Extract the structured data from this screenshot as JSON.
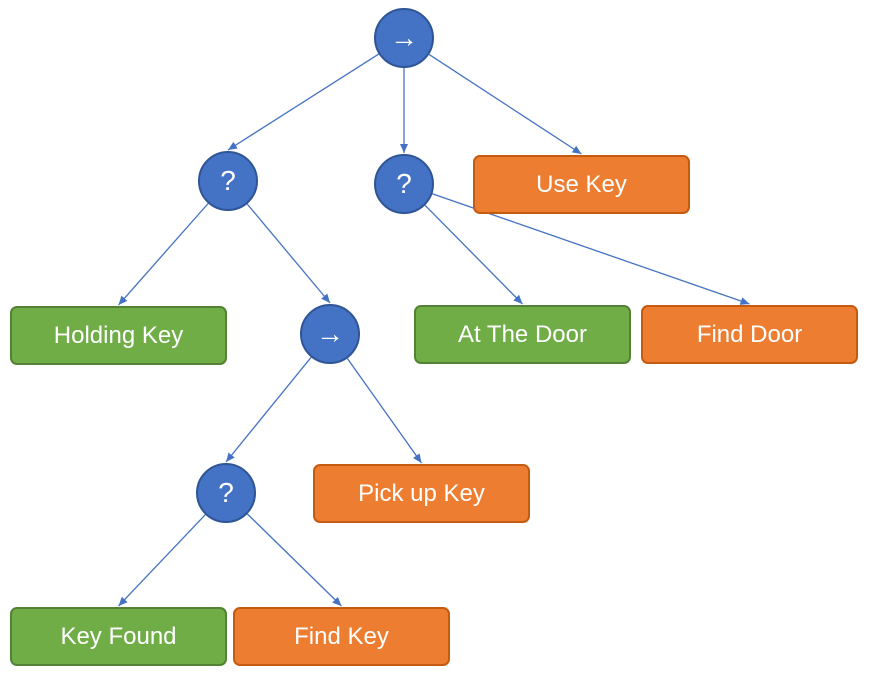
{
  "colors": {
    "control_node": "#4472c4",
    "condition_node": "#70ad47",
    "action_node": "#ed7d31",
    "edge": "#4472c4"
  },
  "nodes": {
    "root": {
      "kind": "sequence",
      "icon": "arrow-right-icon",
      "label": "→"
    },
    "selector_key": {
      "kind": "selector",
      "label": "?"
    },
    "selector_door": {
      "kind": "selector",
      "label": "?"
    },
    "use_key": {
      "kind": "action",
      "label": "Use Key"
    },
    "holding_key": {
      "kind": "condition",
      "label": "Holding Key"
    },
    "sequence_get_key": {
      "kind": "sequence",
      "icon": "arrow-right-icon",
      "label": "→"
    },
    "at_the_door": {
      "kind": "condition",
      "label": "At The Door"
    },
    "find_door": {
      "kind": "action",
      "label": "Find Door"
    },
    "selector_find_key": {
      "kind": "selector",
      "label": "?"
    },
    "pick_up_key": {
      "kind": "action",
      "label": "Pick up Key"
    },
    "key_found": {
      "kind": "condition",
      "label": "Key Found"
    },
    "find_key": {
      "kind": "action",
      "label": "Find Key"
    }
  },
  "edges": [
    [
      "root",
      "selector_key"
    ],
    [
      "root",
      "selector_door"
    ],
    [
      "root",
      "use_key"
    ],
    [
      "selector_key",
      "holding_key"
    ],
    [
      "selector_key",
      "sequence_get_key"
    ],
    [
      "selector_door",
      "at_the_door"
    ],
    [
      "selector_door",
      "find_door"
    ],
    [
      "sequence_get_key",
      "selector_find_key"
    ],
    [
      "sequence_get_key",
      "pick_up_key"
    ],
    [
      "selector_find_key",
      "key_found"
    ],
    [
      "selector_find_key",
      "find_key"
    ]
  ]
}
